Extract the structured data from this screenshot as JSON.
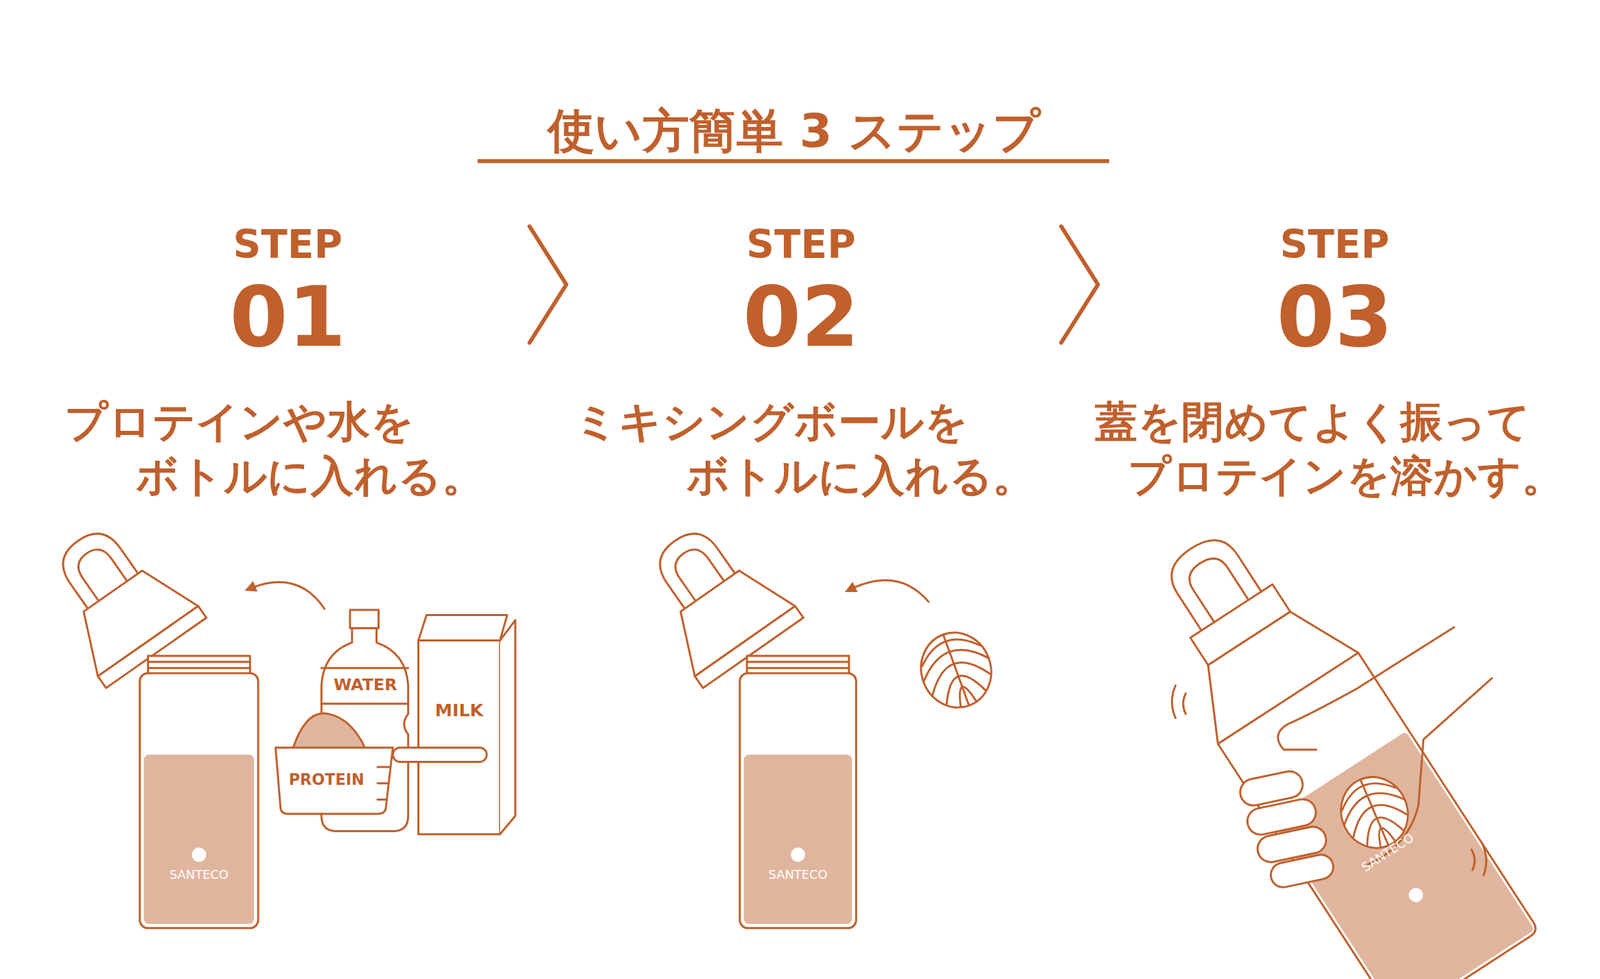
{
  "diagram": {
    "title": "使い方簡単 3 ステップ",
    "labels": [
      "STEP",
      "01",
      "プロテインや水を ボトルに入れる。",
      "STEP",
      "02",
      "ミキシングボールを ボトルに入れる。",
      "STEP",
      "03",
      "蓋を閉めてよく振って プロテインを溶かす。",
      "WATER",
      "MILK",
      "PROTEIN",
      "SANTECO",
      "SANTECO",
      "SANTECO"
    ]
  }
}
